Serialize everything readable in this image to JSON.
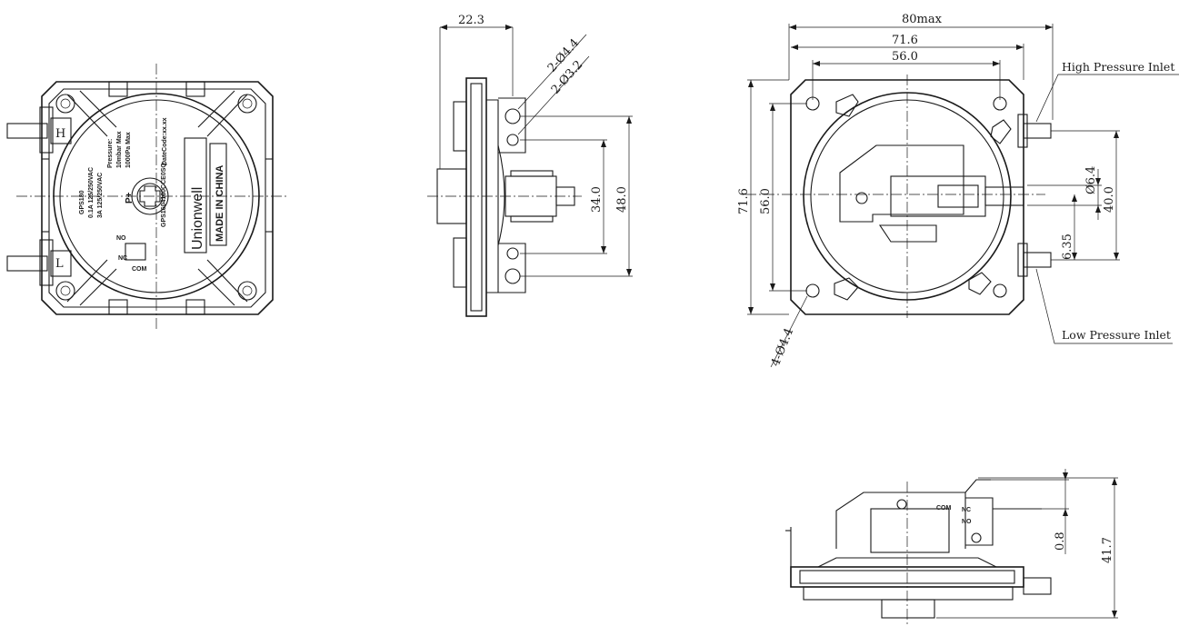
{
  "front_view": {
    "model": "GPS180",
    "rating_1": "0.1A 125/250VAC",
    "rating_2": "3A 125/250VAC",
    "pressure_line1": "Pressure:",
    "pressure_line2": "10mbar Max",
    "pressure_line3": "1000Pa Max",
    "date_code": "DateCode:xx.xx",
    "brand": "Unionwell",
    "origin": "MADE IN CHINA",
    "port_plus": "P+",
    "port_h": "H",
    "port_l": "L",
    "contact_no": "NO",
    "contact_nc": "NC",
    "contact_com": "COM",
    "part_number": "GPS1604160CCE0SQ"
  },
  "side_view": {
    "dim_depth": "22.3",
    "dim_hole_large": "2-Ø4.4",
    "dim_hole_small": "2-Ø3.2",
    "dim_inner_spacing": "34.0",
    "dim_outer_spacing": "48.0"
  },
  "top_view": {
    "dim_overall": "80max",
    "dim_body": "71.6",
    "dim_mount": "56.0",
    "dim_height": "71.6",
    "dim_height_mount": "56.0",
    "dim_port_dia": "Ø6.4",
    "dim_port_spacing": "40.0",
    "dim_port_offset": "6.35",
    "dim_mount_holes": "4-Ø4.4",
    "label_high": "High Pressure Inlet",
    "label_low": "Low Pressure Inlet"
  },
  "bottom_view": {
    "dim_small": "0.8",
    "dim_total": "41.7",
    "label_com": "COM",
    "label_nc": "NC",
    "label_no": "NO"
  }
}
